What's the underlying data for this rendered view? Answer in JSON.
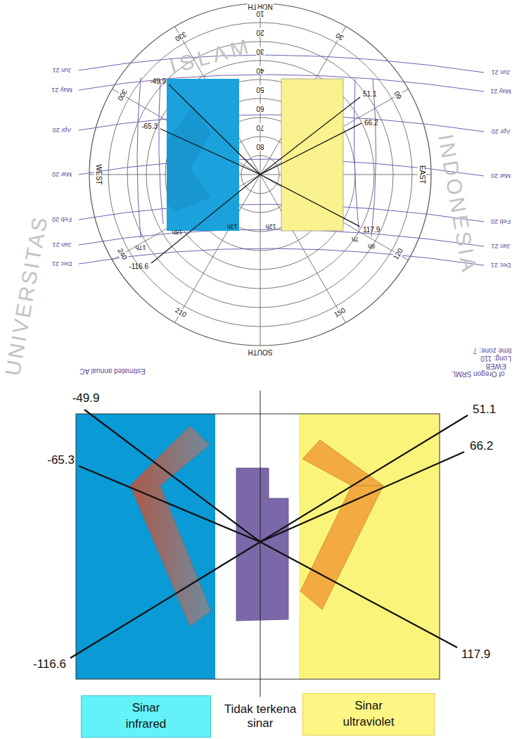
{
  "diagram": {
    "nodes": [
      {
        "text": [
          "Sinar infrared"
        ]
      },
      {
        "text": [
          "Sinar ultraviolet"
        ]
      }
    ],
    "labels": [
      "NORTH",
      "10",
      "20",
      "30",
      "40",
      "50",
      "60",
      "70",
      "80",
      "330",
      "30",
      "60",
      "300",
      "240",
      "210",
      "150",
      "120",
      "SOUTH",
      "WEST",
      "EAST",
      "Jun 21",
      "May 21",
      "Apr 20",
      "Mar 20",
      "Feb 20",
      "Jan 21",
      "Dec 21",
      "Jun 21",
      "May 21",
      "Apr 20",
      "Mar 20",
      "Feb 20",
      "Jan 21",
      "Dec 21",
      "17h",
      "18h",
      "13h",
      "12h",
      "7h",
      "6h",
      "Estimated annual AC",
      "time zone: 7",
      "Long: 110",
      "EWEB",
      "of Oregon SRML",
      "-49.9",
      "51.1",
      "-65.3",
      "66.2",
      "-116.6",
      "117.9",
      "ISLAM",
      "INDONESIA",
      "UNIVERSITAS",
      "-49.9",
      "-65.3",
      "-116.6",
      "51.1",
      "66.2",
      "117.9",
      "Tidak terkena sinar"
    ]
  }
}
